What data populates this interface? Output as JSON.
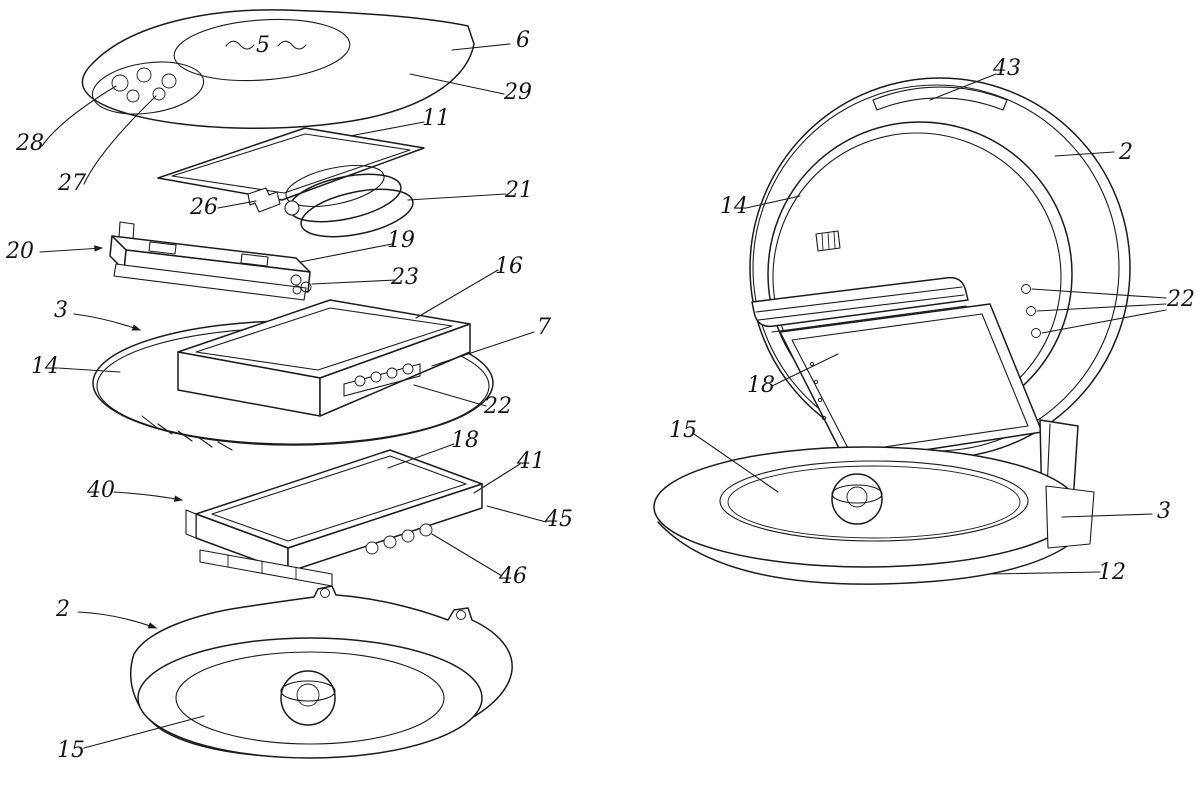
{
  "figure": {
    "kind": "patent-line-drawing",
    "stroke_color": "#1b1b1b",
    "background_color": "#ffffff"
  },
  "labels": [
    {
      "id": "ref-5",
      "text": "5"
    },
    {
      "id": "ref-6",
      "text": "6"
    },
    {
      "id": "ref-29",
      "text": "29"
    },
    {
      "id": "ref-11",
      "text": "11"
    },
    {
      "id": "ref-21",
      "text": "21"
    },
    {
      "id": "ref-26",
      "text": "26"
    },
    {
      "id": "ref-28",
      "text": "28"
    },
    {
      "id": "ref-27",
      "text": "27"
    },
    {
      "id": "ref-20",
      "text": "20"
    },
    {
      "id": "ref-19",
      "text": "19"
    },
    {
      "id": "ref-23",
      "text": "23"
    },
    {
      "id": "ref-16",
      "text": "16"
    },
    {
      "id": "ref-7",
      "text": "7"
    },
    {
      "id": "ref-3-left",
      "text": "3"
    },
    {
      "id": "ref-14-left",
      "text": "14"
    },
    {
      "id": "ref-22-left",
      "text": "22"
    },
    {
      "id": "ref-18-left",
      "text": "18"
    },
    {
      "id": "ref-41",
      "text": "41"
    },
    {
      "id": "ref-40",
      "text": "40"
    },
    {
      "id": "ref-45",
      "text": "45"
    },
    {
      "id": "ref-46",
      "text": "46"
    },
    {
      "id": "ref-2-left",
      "text": "2"
    },
    {
      "id": "ref-15-left",
      "text": "15"
    },
    {
      "id": "ref-43",
      "text": "43"
    },
    {
      "id": "ref-2-right",
      "text": "2"
    },
    {
      "id": "ref-14-right",
      "text": "14"
    },
    {
      "id": "ref-22-right",
      "text": "22"
    },
    {
      "id": "ref-18-right",
      "text": "18"
    },
    {
      "id": "ref-15-right",
      "text": "15"
    },
    {
      "id": "ref-3-right",
      "text": "3"
    },
    {
      "id": "ref-12",
      "text": "12"
    }
  ]
}
